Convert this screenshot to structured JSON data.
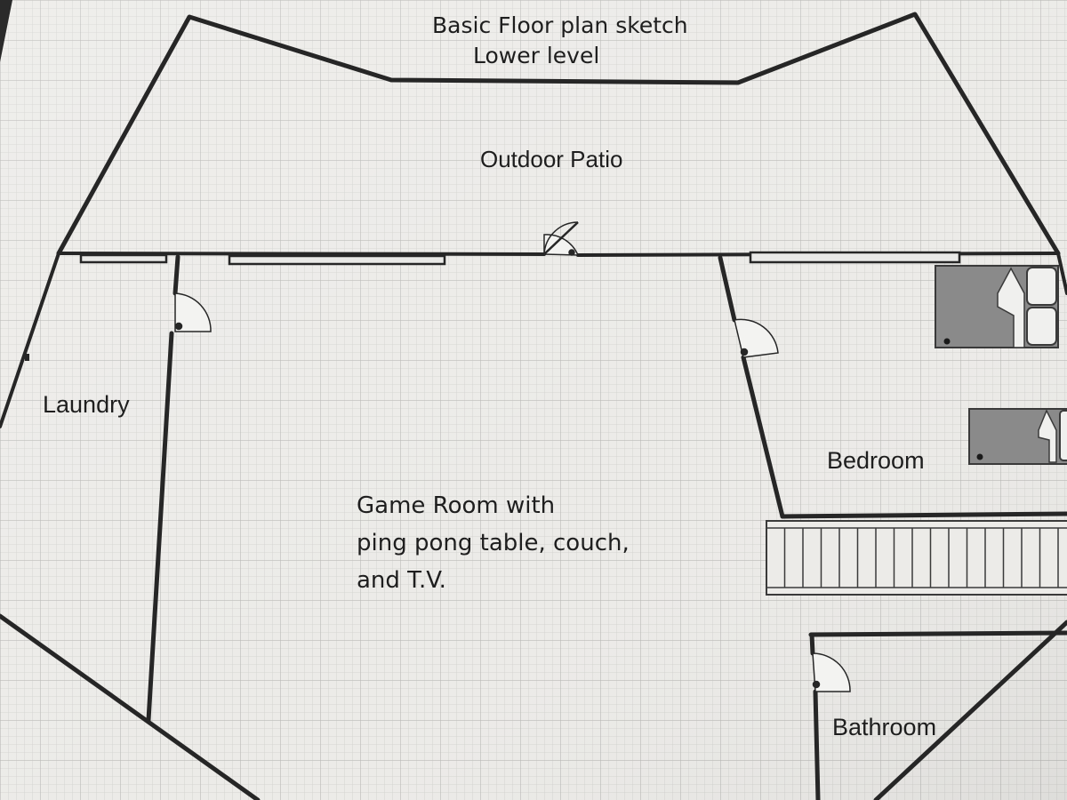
{
  "title": {
    "line1": "Basic Floor plan sketch",
    "line2": "Lower level"
  },
  "rooms": {
    "outdoor_patio": "Outdoor Patio",
    "laundry": "Laundry",
    "game_room": {
      "line1": "Game Room with",
      "line2": "ping pong table, couch,",
      "line3": "and T.V."
    },
    "bedroom": "Bedroom",
    "bathroom": "Bathroom"
  },
  "colors": {
    "paper": "#e9e9e7",
    "grid": "#c9c9c6",
    "wall": "#262626",
    "furniture": "#8a8a8a"
  }
}
